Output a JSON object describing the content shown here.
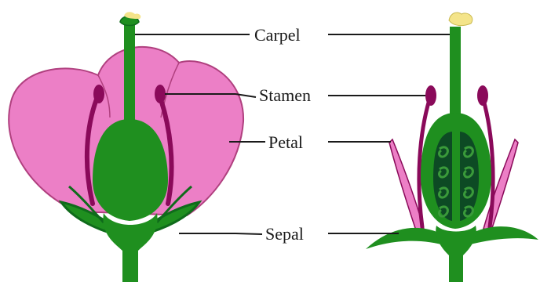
{
  "labels": {
    "carpel": "Carpel",
    "stamen": "Stamen",
    "petal": "Petal",
    "sepal": "Sepal"
  },
  "colors": {
    "petal_fill": "#ec7fc6",
    "petal_edge": "#b0407f",
    "green": "#1f8f1f",
    "green_dark": "#0f6b1b",
    "ovary_inner": "#0d4a24",
    "ovule": "#3a9a3a",
    "stamen": "#8a0a5a",
    "stigma": "#f4e48a"
  }
}
